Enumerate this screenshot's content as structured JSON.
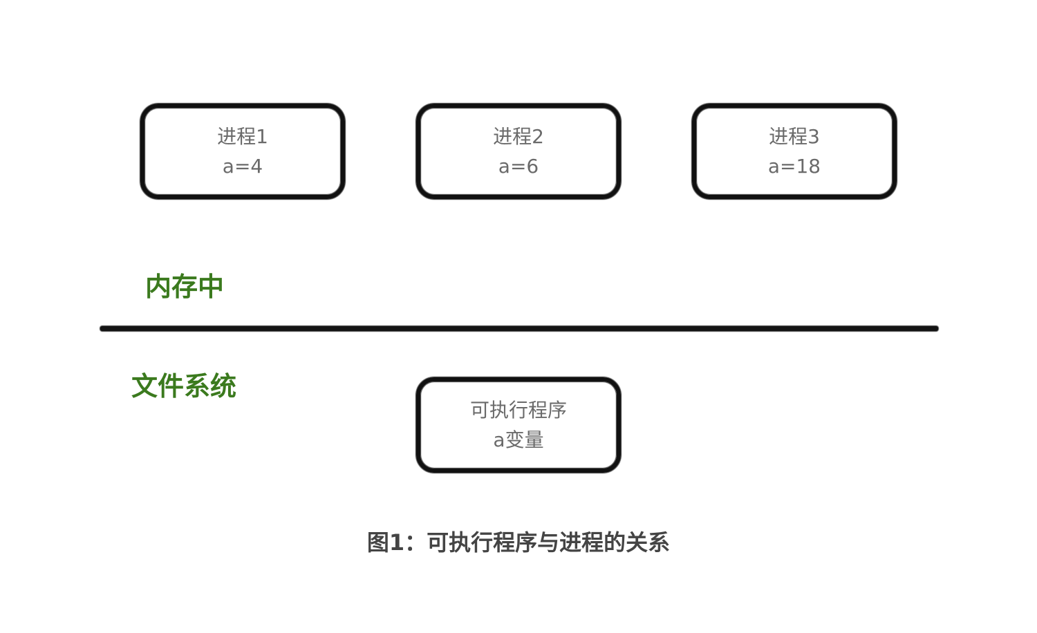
{
  "processes": [
    {
      "name": "进程1",
      "value": "a=4"
    },
    {
      "name": "进程2",
      "value": "a=6"
    },
    {
      "name": "进程3",
      "value": "a=18"
    }
  ],
  "memory_label": "内存中",
  "filesystem_label": "文件系统",
  "executable": {
    "name": "可执行程序",
    "value": "a变量"
  },
  "caption": "图1：可执行程序与进程的关系",
  "colors": {
    "label": "#3b7a1e",
    "box_border": "#111111",
    "box_text": "#6a6a6a"
  }
}
